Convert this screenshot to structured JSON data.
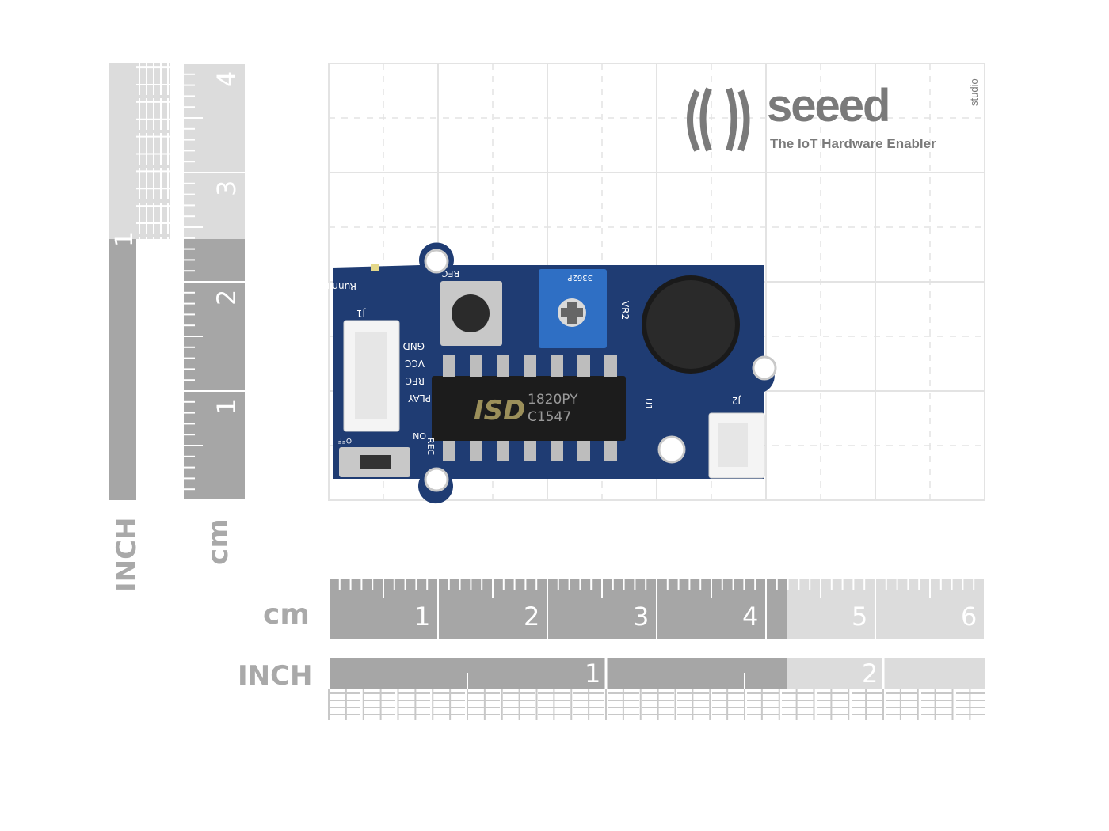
{
  "logo": {
    "brand": "seeed",
    "studio": "studio",
    "tagline": "The IoT Hardware Enabler"
  },
  "rulers": {
    "unit_cm": "cm",
    "unit_inch": "INCH",
    "cm_ticks": [
      "1",
      "2",
      "3",
      "4",
      "5",
      "6"
    ],
    "inch_ticks": [
      "1",
      "2"
    ],
    "vertical_cm_ticks": [
      "1",
      "2",
      "3",
      "4"
    ],
    "vertical_inch_ticks": [
      "1"
    ]
  },
  "board": {
    "running_label": "Running",
    "rec_label": "REC",
    "j1_label": "J1",
    "j2_label": "J2",
    "vr2_label": "VR2",
    "pins": [
      "GND",
      "VCC",
      "REC",
      "PLAY"
    ],
    "switch_on": "ON",
    "switch_off": "OFF",
    "switch_rec": "REC",
    "chip_brand": "ISD",
    "chip_model": "1820PY",
    "chip_code": "C1547",
    "pot_code": "3362P",
    "u1": "U1",
    "colors": {
      "pcb": "#1f3c73",
      "ruler_dark": "#a6a6a6",
      "ruler_light": "#dcdcdc",
      "grid": "#e6e6e6",
      "pot": "#2f6fc4"
    }
  }
}
